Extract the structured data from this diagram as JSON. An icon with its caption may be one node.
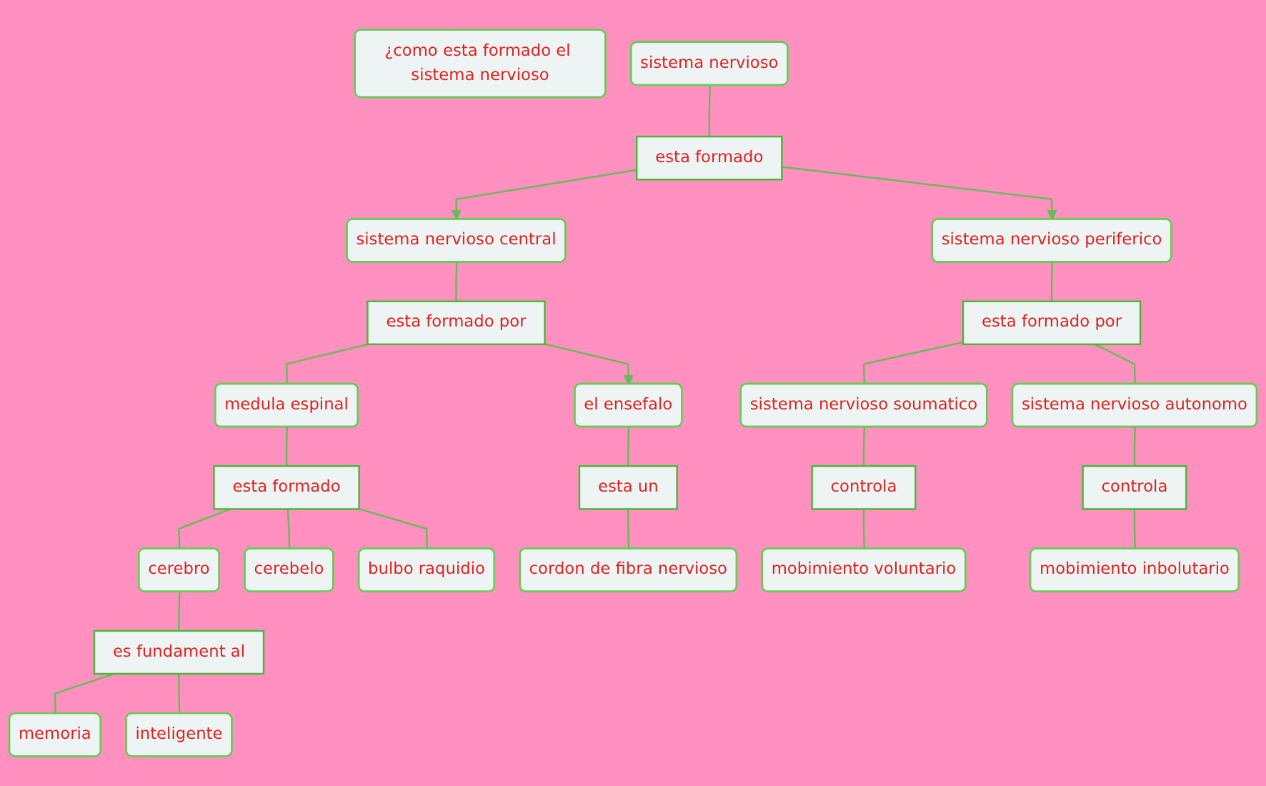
{
  "diagram": {
    "nodes": [
      {
        "text": [
          "¿como esta formado el sistema nervioso"
        ]
      },
      {
        "text": [
          "sistema nervioso"
        ]
      },
      {
        "text": [
          "sistema nervioso central"
        ]
      },
      {
        "text": [
          "esta formado"
        ]
      },
      {
        "text": [
          "sistema nervioso periferico"
        ]
      },
      {
        "text": [
          "esta formado por"
        ]
      },
      {
        "text": [
          "esta formado por"
        ]
      },
      {
        "text": [
          "medula espinal"
        ]
      },
      {
        "text": [
          "el ensefalo"
        ]
      },
      {
        "text": [
          "sistema nervioso autonomo"
        ]
      },
      {
        "text": [
          "sistema nervioso soumatico"
        ]
      },
      {
        "text": [
          "esta formado"
        ]
      },
      {
        "text": [
          "esta un"
        ]
      },
      {
        "text": [
          "controla"
        ]
      },
      {
        "text": [
          "controla"
        ]
      },
      {
        "text": [
          "cerebro"
        ]
      },
      {
        "text": [
          "cerebelo"
        ]
      },
      {
        "text": [
          "bulbo raquidio"
        ]
      },
      {
        "text": [
          "cordon de fibra nervioso"
        ]
      },
      {
        "text": [
          "mobimiento voluntario"
        ]
      },
      {
        "text": [
          "mobimiento inbolutario"
        ]
      },
      {
        "text": [
          "es fundament al"
        ]
      },
      {
        "text": [
          "memoria"
        ]
      },
      {
        "text": [
          "inteligente"
        ]
      }
    ],
    "edges": [
      {
        "from": 1,
        "to": 3,
        "arrow": "none"
      },
      {
        "from": 3,
        "to": 2,
        "arrow": "to"
      },
      {
        "from": 3,
        "to": 4,
        "arrow": "to"
      },
      {
        "from": 2,
        "to": 5,
        "arrow": "none"
      },
      {
        "from": 5,
        "to": 7,
        "arrow": "none"
      },
      {
        "from": 5,
        "to": 8,
        "arrow": "to"
      },
      {
        "from": 4,
        "to": 6,
        "arrow": "none"
      },
      {
        "from": 6,
        "to": 9,
        "arrow": "none"
      },
      {
        "from": 6,
        "to": 10,
        "arrow": "none"
      },
      {
        "from": 7,
        "to": 11,
        "arrow": "none"
      },
      {
        "from": 11,
        "to": 15,
        "arrow": "none"
      },
      {
        "from": 11,
        "to": 16,
        "arrow": "none"
      },
      {
        "from": 11,
        "to": 17,
        "arrow": "none"
      },
      {
        "from": 8,
        "to": 12,
        "arrow": "none"
      },
      {
        "from": 12,
        "to": 18,
        "arrow": "none"
      },
      {
        "from": 9,
        "to": 13,
        "arrow": "none"
      },
      {
        "from": 13,
        "to": 20,
        "arrow": "none"
      },
      {
        "from": 10,
        "to": 14,
        "arrow": "none"
      },
      {
        "from": 14,
        "to": 19,
        "arrow": "none"
      },
      {
        "from": 15,
        "to": 21,
        "arrow": "none"
      },
      {
        "from": 21,
        "to": 22,
        "arrow": "none"
      },
      {
        "from": 21,
        "to": 23,
        "arrow": "none"
      }
    ]
  }
}
